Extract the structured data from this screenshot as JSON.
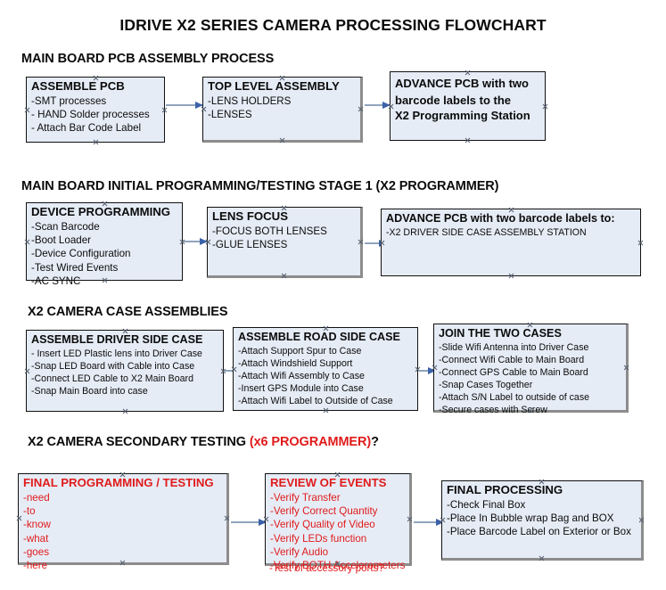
{
  "document": {
    "title": "IDRIVE X2  SERIES CAMERA PROCESSING FLOWCHART"
  },
  "palette": {
    "box_fill": "#e6ecf6",
    "box_border": "#101010",
    "shadow_border": "#8c8c8c",
    "connector_line": "#8fa3bd",
    "connector_head": "#3b62a8",
    "text": "#0b0b0b",
    "accent_red": "#e01b1b"
  },
  "sections": [
    {
      "id": "main-board-pcb-assembly-process",
      "heading": "MAIN BOARD PCB ASSEMBLY PROCESS",
      "heading_accent": "",
      "heading_tail": "",
      "nodes": [
        {
          "id": "assemble-pcb",
          "title": "ASSEMBLE PCB",
          "items": [
            "-SMT processes",
            "- HAND Solder processes",
            "- Attach Bar Code Label"
          ]
        },
        {
          "id": "top-level-assembly",
          "title": "TOP LEVEL ASSEMBLY",
          "items": [
            "-LENS HOLDERS",
            "-LENSES"
          ]
        },
        {
          "id": "advance-pcb-to-x2-programming-station",
          "title": "ADVANCE PCB with two",
          "items": [
            "barcode labels to the",
            " X2 Programming Station"
          ]
        }
      ]
    },
    {
      "id": "main-board-initial-programming-testing-stage-1",
      "heading": "MAIN BOARD INITIAL PROGRAMMING/TESTING STAGE 1 (X2 PROGRAMMER)",
      "heading_accent": "",
      "heading_tail": "",
      "nodes": [
        {
          "id": "device-programming",
          "title": "DEVICE PROGRAMMING",
          "items": [
            "-Scan Barcode",
            "-Boot Loader",
            "-Device Configuration",
            "-Test Wired Events",
            "-AC SYNC"
          ]
        },
        {
          "id": "lens-focus",
          "title": "LENS FOCUS",
          "items": [
            "-FOCUS BOTH LENSES",
            "-GLUE LENSES"
          ]
        },
        {
          "id": "advance-pcb-to-driver-side-case-assembly",
          "title": "ADVANCE PCB with two barcode labels to:",
          "items": [
            "-X2 DRIVER  SIDE  CASE  ASSEMBLY STATION"
          ]
        }
      ]
    },
    {
      "id": "x2-camera-case-assemblies",
      "heading": "X2 CAMERA CASE ASSEMBLIES",
      "heading_accent": "",
      "heading_tail": "",
      "nodes": [
        {
          "id": "assemble-driver-side-case",
          "title": "ASSEMBLE DRIVER SIDE CASE",
          "items": [
            "- Insert LED Plastic lens into Driver Case",
            "-Snap LED Board with Cable into Case",
            "-Connect LED Cable to X2 Main Board",
            "-Snap Main Board into case"
          ]
        },
        {
          "id": "assemble-road-side-case",
          "title": "ASSEMBLE ROAD SIDE CASE",
          "items": [
            "-Attach Support Spur to Case",
            "-Attach Windshield Support",
            "-Attach Wifi Assembly to Case",
            "-Insert GPS Module into Case",
            "-Attach Wifi Label to Outside of Case"
          ]
        },
        {
          "id": "join-the-two-cases",
          "title": "JOIN THE TWO CASES",
          "items": [
            "-Slide Wifi Antenna into Driver Case",
            "-Connect Wifi Cable to Main Board",
            "-Connect GPS Cable to Main Board",
            "-Snap Cases Together",
            "-Attach S/N Label to outside of case",
            "-Secure cases with Screw"
          ]
        }
      ]
    },
    {
      "id": "x2-camera-secondary-testing",
      "heading": "X2 CAMERA SECONDARY TESTING ",
      "heading_accent": "(x6 PROGRAMMER)",
      "heading_tail": "?",
      "nodes": [
        {
          "id": "final-programming-testing",
          "title": "FINAL PROGRAMMING / TESTING",
          "items": [
            "-need",
            "-to",
            "-know",
            "-what",
            "-goes",
            "-here"
          ]
        },
        {
          "id": "review-of-events",
          "title": "REVIEW OF EVENTS",
          "items": [
            "-Verify Transfer",
            "-Verify Correct Quantity",
            "-Verify Quality of Video",
            "-Verify LEDs function",
            "-Verify Audio",
            "-Verify BOTH Accelerometers"
          ],
          "overflow_item": "-Test of accessory ports?"
        },
        {
          "id": "final-processing",
          "title": "FINAL PROCESSING",
          "items": [
            " -Check Final Box",
            "-Place In Bubble wrap Bag and BOX",
            "-Place Barcode Label on Exterior or Box"
          ]
        }
      ]
    }
  ]
}
